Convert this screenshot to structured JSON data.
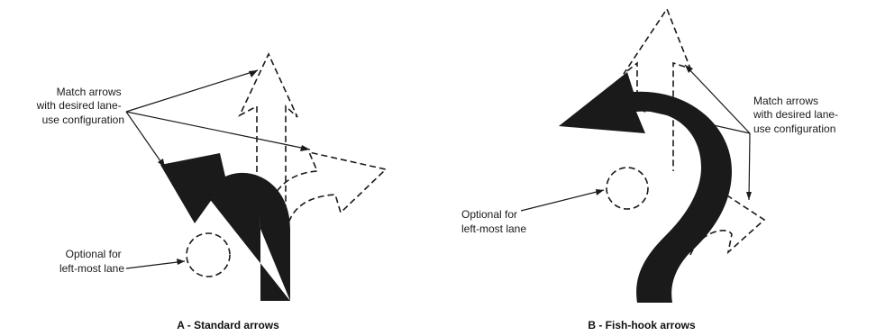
{
  "panel_a": {
    "callout_lines": [
      "Match arrows",
      "with desired lane-",
      "use configuration"
    ],
    "optional_lines": [
      "Optional for",
      "left-most lane"
    ],
    "caption": "A - Standard arrows"
  },
  "panel_b": {
    "callout_lines": [
      "Match arrows",
      "with desired lane-",
      "use configuration"
    ],
    "optional_lines": [
      "Optional for",
      "left-most lane"
    ],
    "caption": "B - Fish-hook arrows"
  },
  "colors": {
    "ink": "#1a1a1a",
    "background": "#ffffff"
  }
}
